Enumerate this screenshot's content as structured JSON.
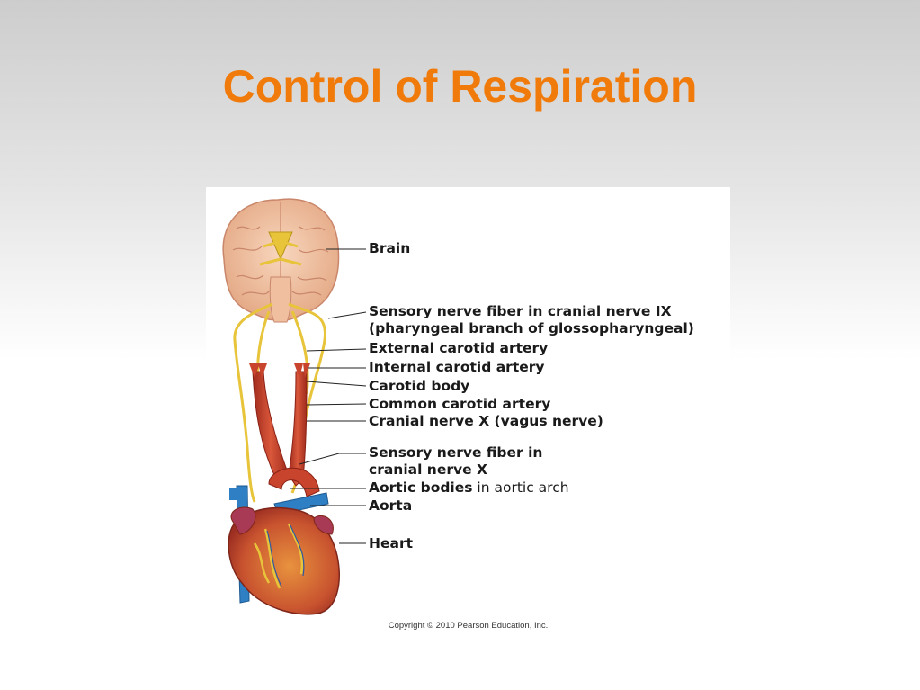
{
  "slide": {
    "title": "Control of Respiration"
  },
  "figure": {
    "labels": {
      "brain": "Brain",
      "sensory_ix_line1": "Sensory nerve fiber in cranial nerve IX",
      "sensory_ix_line2": "(pharyngeal branch of glossopharyngeal)",
      "external_carotid": "External carotid artery",
      "internal_carotid": "Internal carotid artery",
      "carotid_body": "Carotid body",
      "common_carotid": "Common carotid artery",
      "vagus": "Cranial nerve X (vagus nerve)",
      "sensory_x_line1": "Sensory nerve fiber in",
      "sensory_x_line2": "cranial nerve X",
      "aortic_bodies_bold": "Aortic bodies",
      "aortic_bodies_rest": " in aortic arch",
      "aorta": "Aorta",
      "heart": "Heart"
    },
    "copyright": "Copyright © 2010 Pearson Education, Inc."
  },
  "colors": {
    "title": "#f07a0a",
    "artery": "#c8442c",
    "vein": "#2f7fc4",
    "nerve": "#e8c43a",
    "brain": "#f2c3a2"
  }
}
